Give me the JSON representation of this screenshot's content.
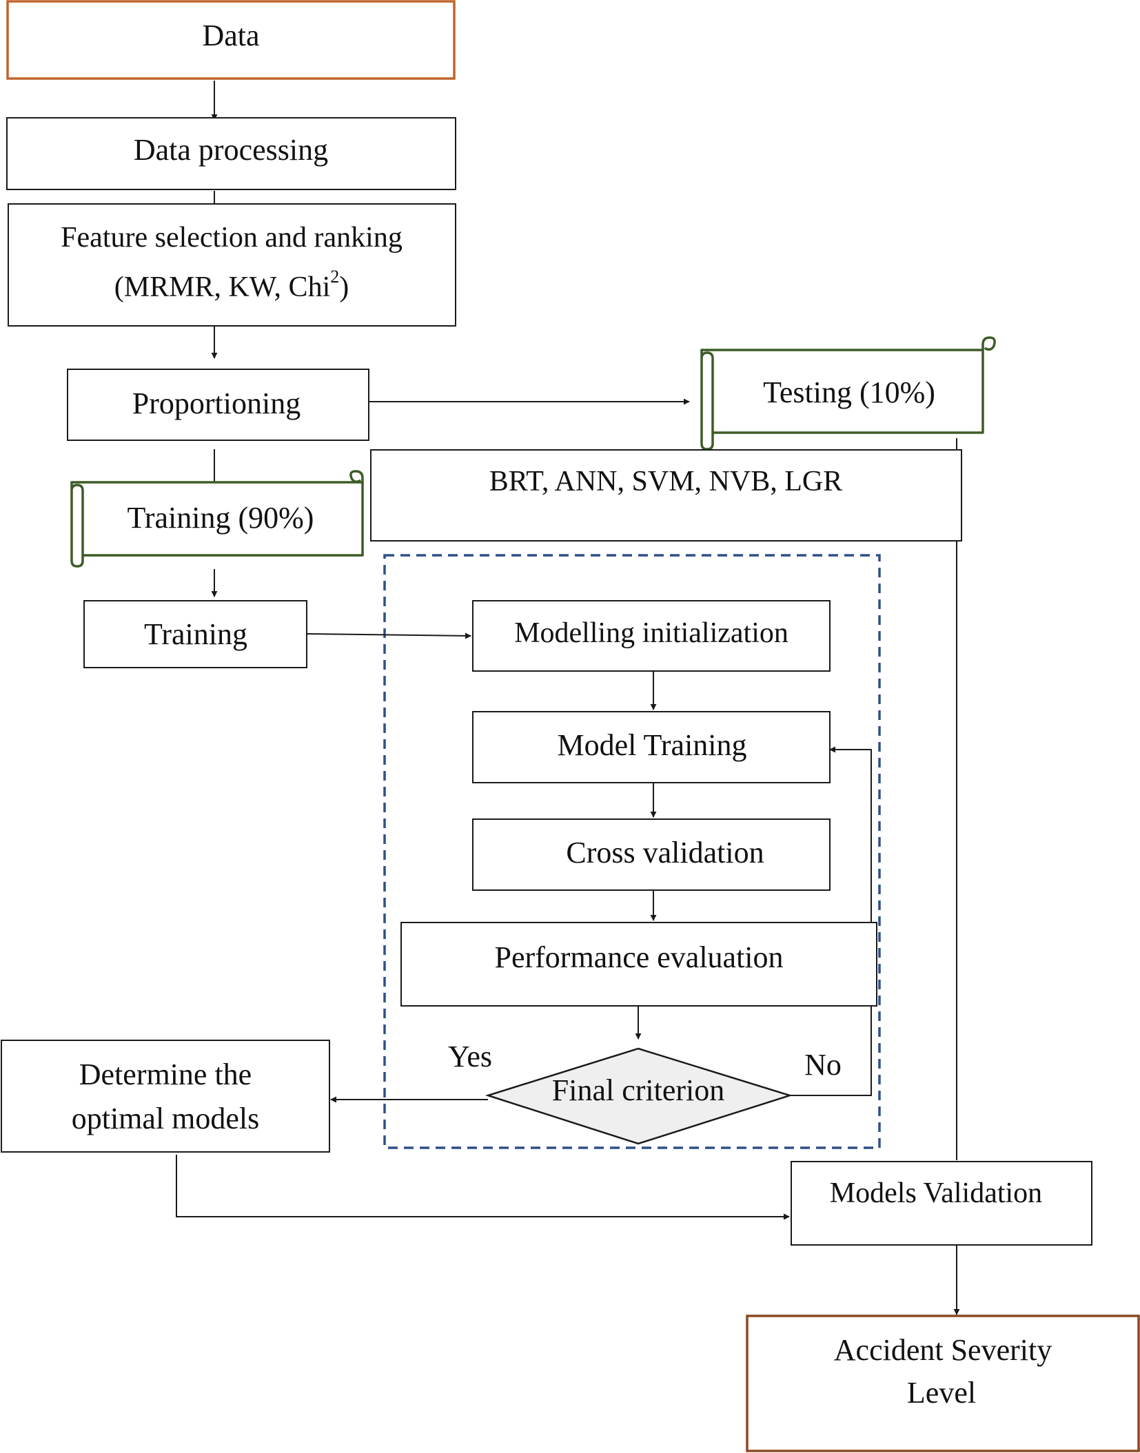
{
  "nodes": {
    "data": "Data",
    "data_processing": "Data processing",
    "feature_selection_line1": "Feature selection and ranking",
    "feature_selection_line2": "(MRMR, KW, Chi",
    "feature_selection_sup": "2",
    "feature_selection_close": ")",
    "proportioning": "Proportioning",
    "testing": "Testing (10%)",
    "training_split": "Training (90%)",
    "algorithms": "BRT, ANN, SVM, NVB, LGR",
    "training": "Training",
    "modelling_init": "Modelling initialization",
    "model_training": "Model Training",
    "cross_validation": "Cross validation",
    "performance_eval": "Performance evaluation",
    "final_criterion": "Final criterion",
    "determine_line1": "Determine the",
    "determine_line2": "optimal models",
    "models_validation": "Models Validation",
    "severity_line1": "Accident Severity",
    "severity_line2": "Level"
  },
  "edge_labels": {
    "yes": "Yes",
    "no": "No"
  },
  "colors": {
    "terminal_border": "#c0642a",
    "output_border": "#8a4a22",
    "split_border": "#3d5c26",
    "group_border": "#2f4f8a",
    "decision_fill": "#efefef"
  }
}
